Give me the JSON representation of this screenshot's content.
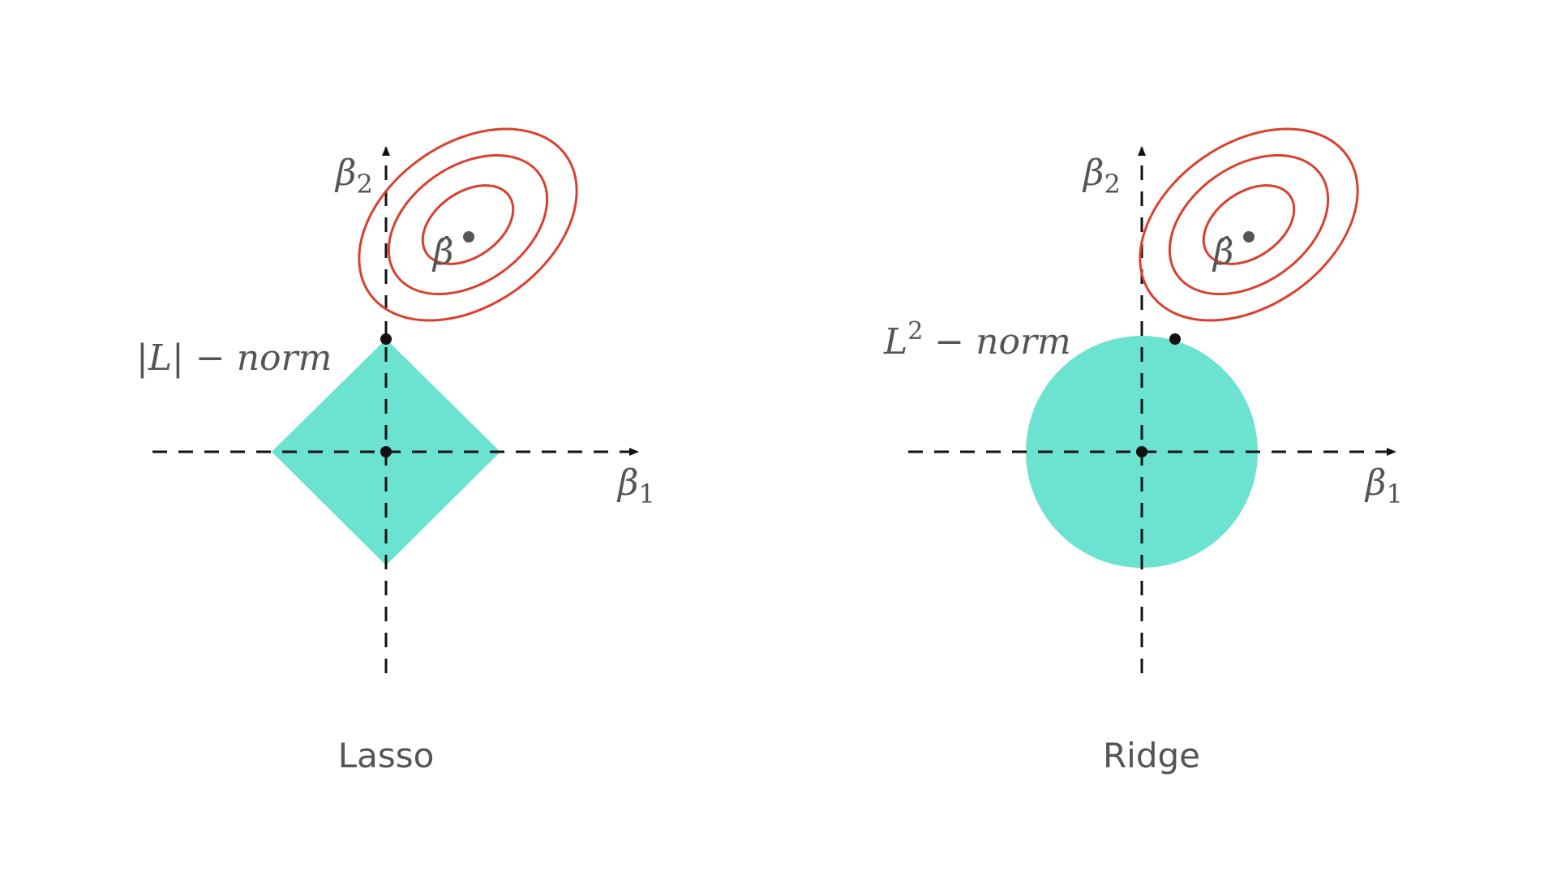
{
  "panels": [
    {
      "caption": "Lasso",
      "norm_label": "|L| − norm",
      "x_axis_label": {
        "base": "β",
        "sub": "1"
      },
      "y_axis_label": {
        "base": "β",
        "sub": "2"
      },
      "estimate_label": "β̂",
      "region_shape": "diamond"
    },
    {
      "caption": "Ridge",
      "norm_label": {
        "base": "L",
        "sup": "2",
        "rest": " − norm"
      },
      "x_axis_label": {
        "base": "β",
        "sub": "1"
      },
      "y_axis_label": {
        "base": "β",
        "sub": "2"
      },
      "estimate_label": "β̂",
      "region_shape": "circle"
    }
  ],
  "colors": {
    "region_fill": "#6be3d0",
    "contour": "#d9402f",
    "axis": "#111111",
    "text": "#555555"
  }
}
